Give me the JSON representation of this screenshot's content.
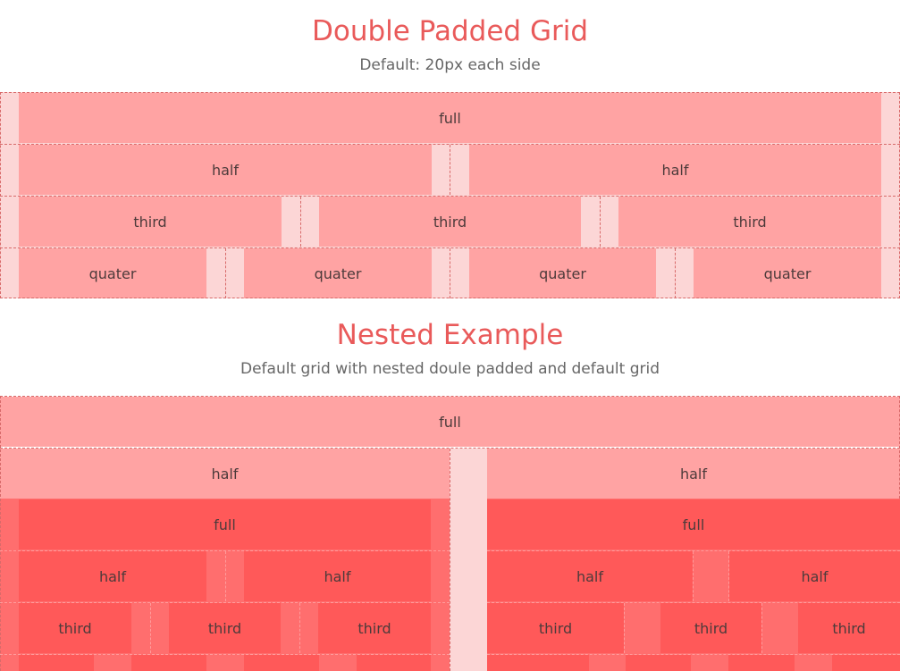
{
  "section1": {
    "title": "Double Padded Grid",
    "subtitle": "Default: 20px each side",
    "rows": [
      {
        "label": "full"
      },
      {
        "labels": [
          "half",
          "half"
        ]
      },
      {
        "labels": [
          "third",
          "third",
          "third"
        ]
      },
      {
        "labels": [
          "quater",
          "quater",
          "quater",
          "quater"
        ]
      }
    ]
  },
  "section2": {
    "title": "Nested Example",
    "subtitle": "Default grid with nested doule padded and default grid",
    "full_label": "full",
    "half_left": "half",
    "half_right": "half",
    "left_nested": {
      "full": "full",
      "halves": [
        "half",
        "half"
      ],
      "thirds": [
        "third",
        "third",
        "third"
      ]
    },
    "right_nested": {
      "full": "full",
      "halves": [
        "half",
        "half"
      ],
      "thirds": [
        "third",
        "third",
        "third"
      ]
    }
  },
  "colors": {
    "heading": "#e95a5a",
    "cell_pink": "#ffa3a3",
    "cell_red": "#ff5959",
    "padding": "#fcd6d6"
  }
}
